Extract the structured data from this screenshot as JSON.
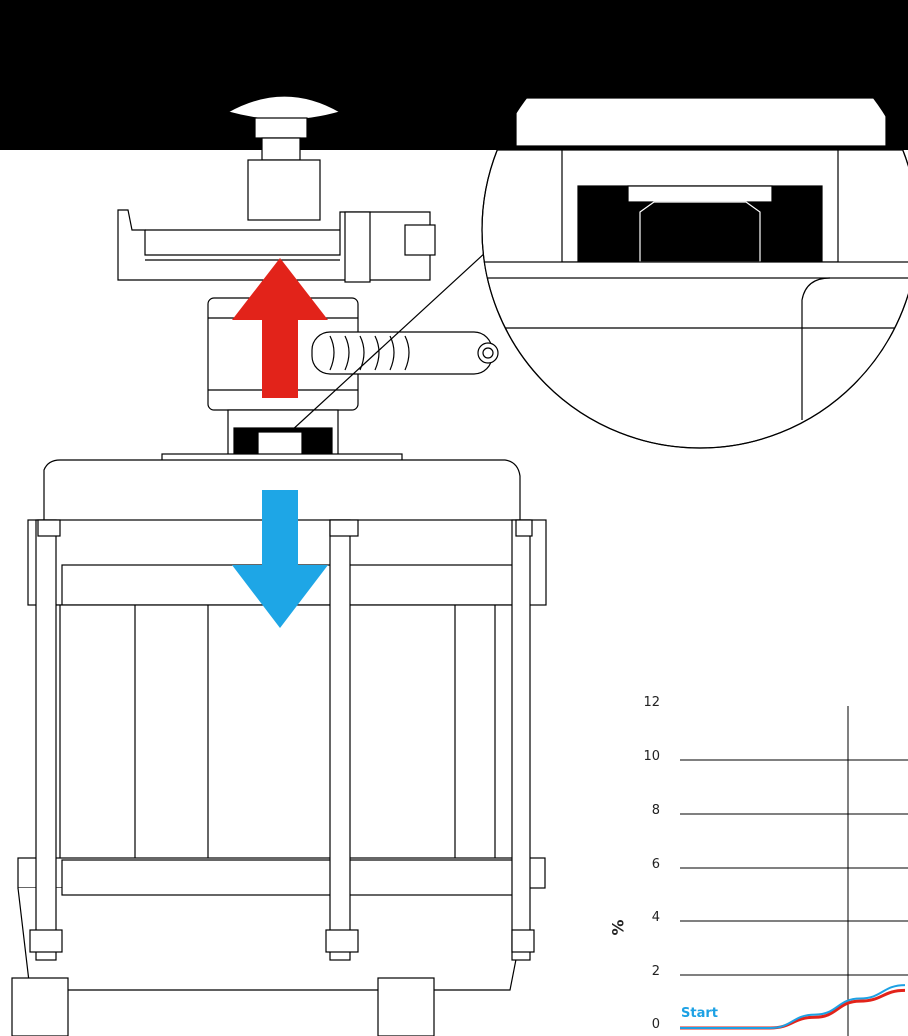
{
  "chart_data": {
    "type": "line",
    "ylabel": "%",
    "ylim": [
      0,
      12
    ],
    "y_ticks": [
      "12",
      "10",
      "8",
      "6",
      "4",
      "2",
      "0"
    ],
    "annotation": "Start",
    "series": [
      {
        "color": "#e2231a",
        "x": [
          0,
          1,
          2,
          3,
          4,
          5
        ],
        "y": [
          0,
          0,
          0,
          0.4,
          1.0,
          1.4
        ]
      },
      {
        "color": "#1da1e4",
        "x": [
          0,
          1,
          2,
          3,
          4,
          5
        ],
        "y": [
          0,
          0,
          0,
          0.5,
          1.1,
          1.6
        ]
      }
    ]
  },
  "colors": {
    "up_arrow": "#e2231a",
    "down_arrow": "#1ea6e6",
    "line": "#000000"
  },
  "icons": [
    "up-arrow-icon",
    "down-arrow-icon",
    "magnifier-callout-icon"
  ]
}
